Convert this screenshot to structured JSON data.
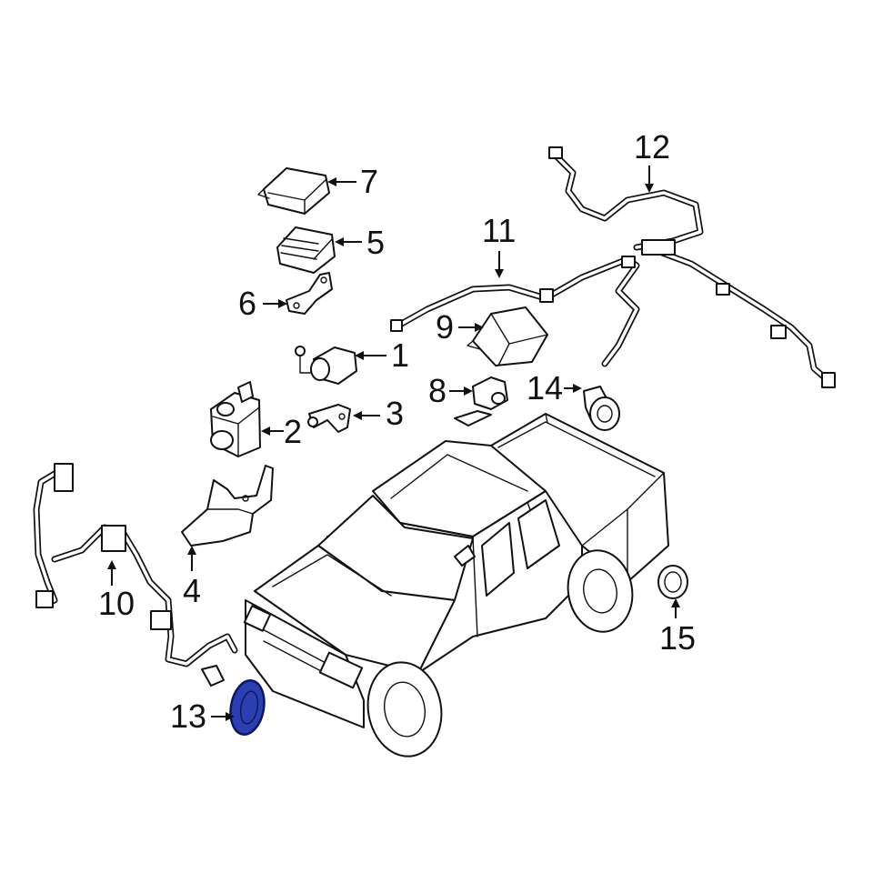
{
  "callouts": [
    {
      "id": "1",
      "label": "1"
    },
    {
      "id": "2",
      "label": "2"
    },
    {
      "id": "3",
      "label": "3"
    },
    {
      "id": "4",
      "label": "4"
    },
    {
      "id": "5",
      "label": "5"
    },
    {
      "id": "6",
      "label": "6"
    },
    {
      "id": "7",
      "label": "7"
    },
    {
      "id": "8",
      "label": "8"
    },
    {
      "id": "9",
      "label": "9"
    },
    {
      "id": "10",
      "label": "10"
    },
    {
      "id": "11",
      "label": "11"
    },
    {
      "id": "12",
      "label": "12"
    },
    {
      "id": "13",
      "label": "13"
    },
    {
      "id": "14",
      "label": "14"
    },
    {
      "id": "15",
      "label": "15"
    }
  ],
  "colors": {
    "line": "#111111",
    "background": "#ffffff",
    "highlight_fill": "#2c3fb0",
    "highlight_stroke": "#0a1660"
  },
  "highlighted_part": "13"
}
